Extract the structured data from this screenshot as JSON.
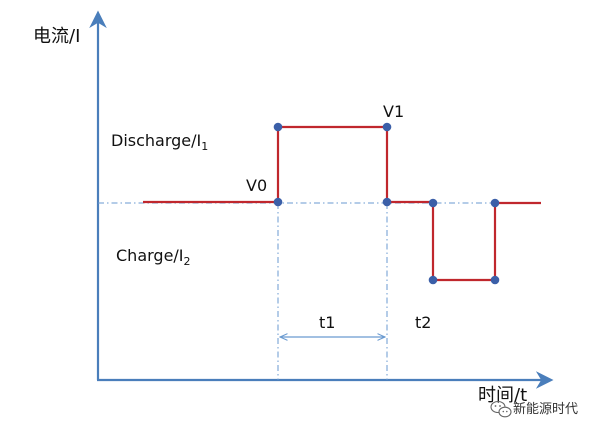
{
  "labels": {
    "y_axis": "电流/I",
    "x_axis": "时间/t",
    "discharge_main": "Discharge/I",
    "discharge_sub": "1",
    "charge_main": "Charge/I",
    "charge_sub": "2",
    "v0": "V0",
    "v1": "V1",
    "t1": "t1",
    "t2": "t2"
  },
  "watermark": {
    "text": "新能源时代",
    "icon": "wechat-icon"
  },
  "colors": {
    "axis": "#4a7ebb",
    "waveform": "#c0272d",
    "marker": "#3b5fa8",
    "guide": "#6a9ad0",
    "text": "#111111"
  }
}
